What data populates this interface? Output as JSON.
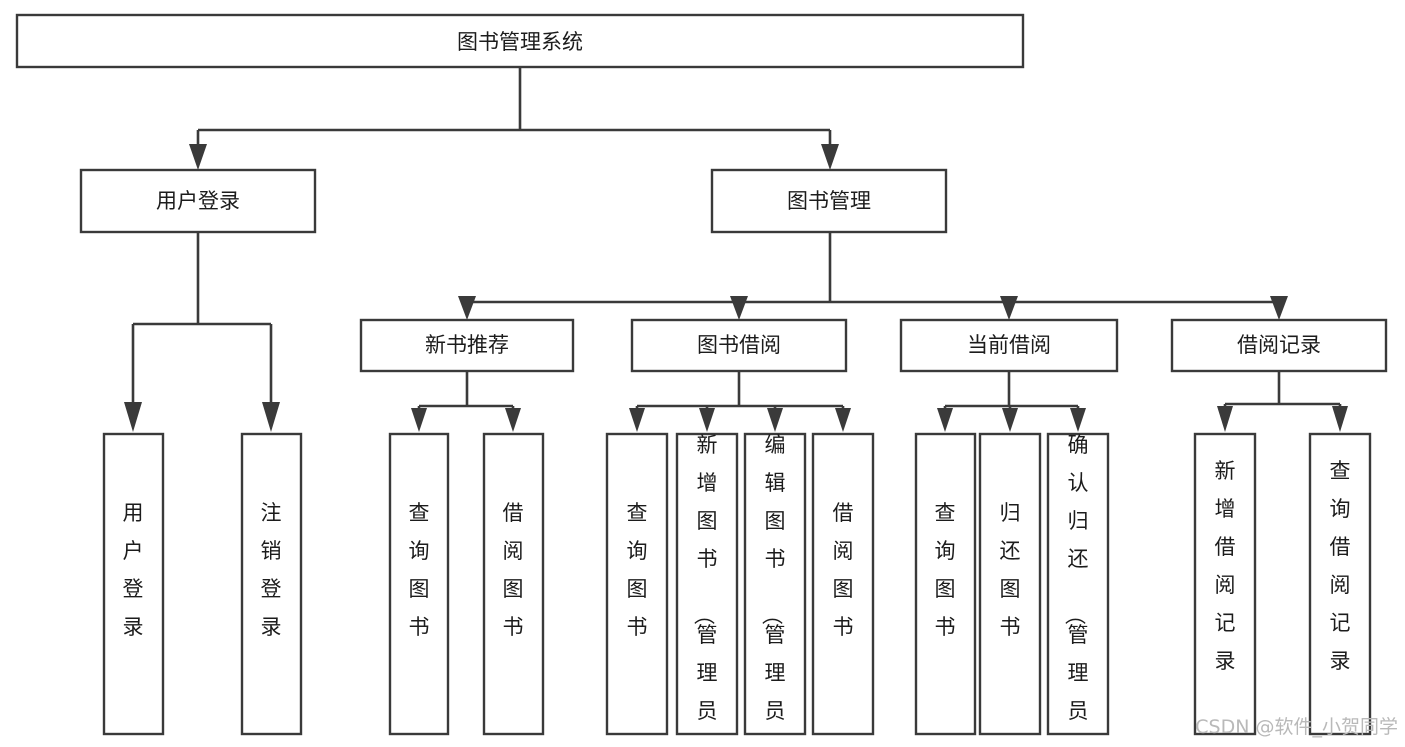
{
  "diagram": {
    "type": "tree-hierarchy",
    "title": "图书管理系统",
    "orientation": "top-down",
    "watermark": "CSDN @软件_小贺同学",
    "colors": {
      "box_fill": "#ffffff",
      "box_stroke": "#3a3a3a",
      "connector": "#3a3a3a",
      "text": "#1c1c1c",
      "watermark": "#b9b9b9",
      "background": "#ffffff"
    },
    "levels": {
      "root": {
        "label": "图书管理系统"
      },
      "level2": [
        {
          "label": "用户登录"
        },
        {
          "label": "图书管理"
        }
      ],
      "level3": [
        {
          "label": "新书推荐"
        },
        {
          "label": "图书借阅"
        },
        {
          "label": "当前借阅"
        },
        {
          "label": "借阅记录"
        }
      ],
      "leaves_user_login": [
        {
          "label": "用户登录"
        },
        {
          "label": "注销登录"
        }
      ],
      "leaves_new_books": [
        {
          "label": "查询图书"
        },
        {
          "label": "借阅图书"
        }
      ],
      "leaves_borrow": [
        {
          "label": "查询图书"
        },
        {
          "label": "新增图书（管理员）"
        },
        {
          "label": "编辑图书（管理员）"
        },
        {
          "label": "借阅图书"
        }
      ],
      "leaves_current": [
        {
          "label": "查询图书"
        },
        {
          "label": "归还图书"
        },
        {
          "label": "确认归还（管理员）"
        }
      ],
      "leaves_records": [
        {
          "label": "新增借阅记录"
        },
        {
          "label": "查询借阅记录"
        }
      ]
    }
  }
}
